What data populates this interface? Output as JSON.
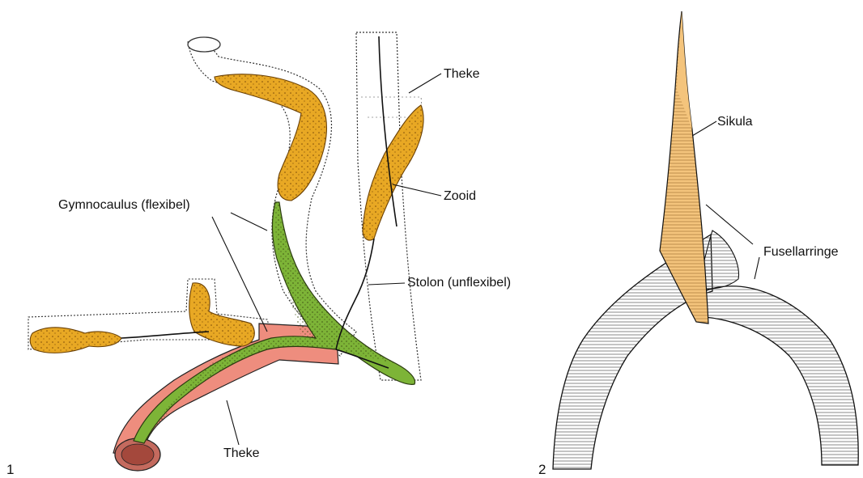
{
  "figure1": {
    "number": "1",
    "labels": {
      "theke_top": "Theke",
      "zooid": "Zooid",
      "gymnocaulus": "Gymnocaulus (flexibel)",
      "stolon": "Stolon (unflexibel)",
      "theke_bottom": "Theke"
    }
  },
  "figure2": {
    "number": "2",
    "labels": {
      "sikula": "Sikula",
      "fusellarringe": "Fusellarringe"
    }
  },
  "colors": {
    "zooid_orange": "#E8A824",
    "stolon_green": "#7DB437",
    "theke_salmon": "#EE8D7E",
    "sikula_tan": "#F4C47C",
    "outline": "#222222"
  }
}
